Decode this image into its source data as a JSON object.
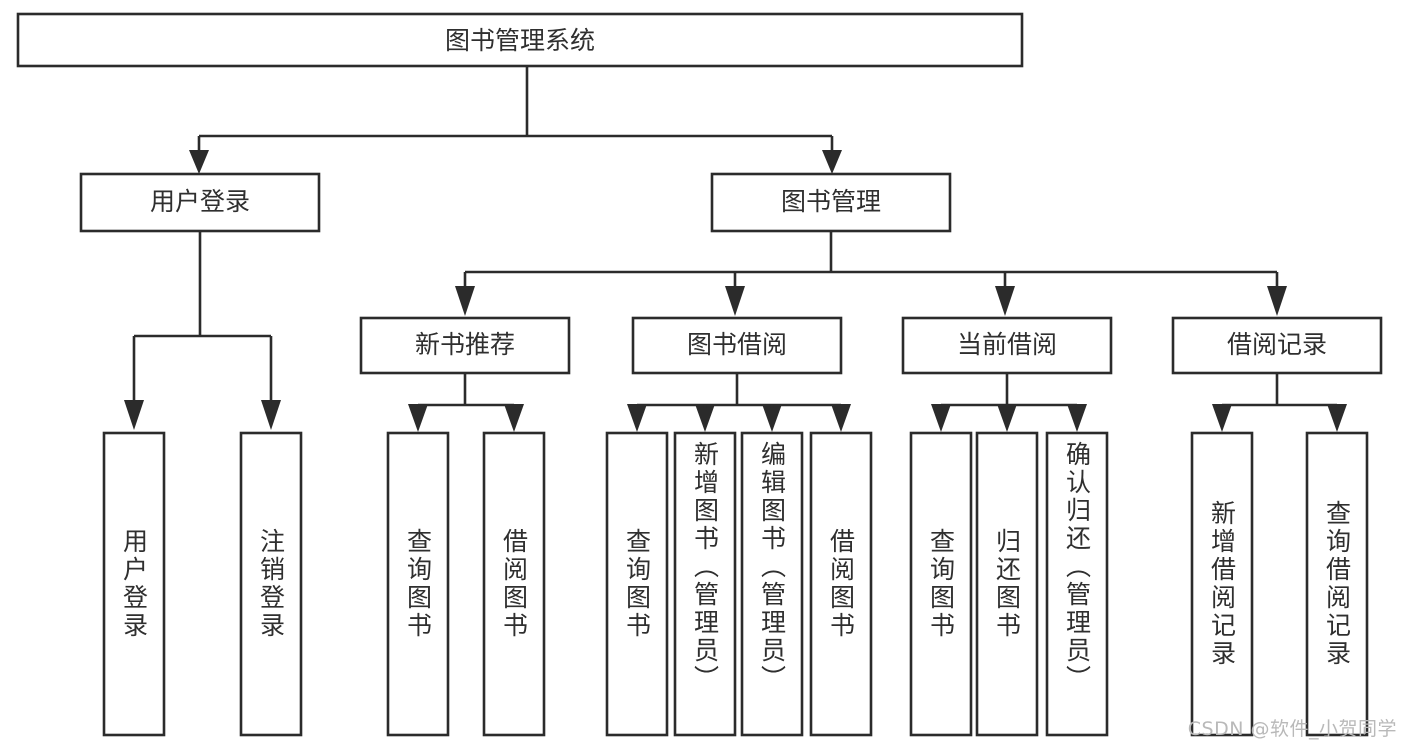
{
  "diagram": {
    "title_node": "图书管理系统",
    "type": "tree",
    "orientation": "top-down",
    "watermark": "CSDN @软件_小贺同学",
    "colors": {
      "background": "#ffffff",
      "node_fill": "#ffffff",
      "node_stroke": "#2b2b2b",
      "text": "#2f2f2f",
      "watermark": "#b9b9b9"
    },
    "levels": {
      "root": "图书管理系统",
      "level1": [
        "用户登录",
        "图书管理"
      ],
      "level2": [
        "新书推荐",
        "图书借阅",
        "当前借阅",
        "借阅记录"
      ],
      "level3": [
        "用户登录",
        "注销登录",
        "查询图书",
        "借阅图书",
        "查询图书",
        "新增图书（管理员）",
        "编辑图书（管理员）",
        "借阅图书",
        "查询图书",
        "归还图书",
        "确认归还（管理员）",
        "新增借阅记录",
        "查询借阅记录"
      ]
    },
    "nodes": {
      "root": {
        "label": "图书管理系统"
      },
      "user_login": {
        "label": "用户登录"
      },
      "book_manage": {
        "label": "图书管理"
      },
      "new_book_rec": {
        "label": "新书推荐"
      },
      "book_borrow": {
        "label": "图书借阅"
      },
      "current_borrow": {
        "label": "当前借阅"
      },
      "borrow_record": {
        "label": "借阅记录"
      },
      "leaf_user_login": {
        "label": "用户登录"
      },
      "leaf_logout": {
        "label": "注销登录"
      },
      "leaf_query_book_a": {
        "label": "查询图书"
      },
      "leaf_borrow_book_a": {
        "label": "借阅图书"
      },
      "leaf_query_book_b": {
        "label": "查询图书"
      },
      "leaf_add_book": {
        "label": "新增图书（管理员）"
      },
      "leaf_edit_book": {
        "label": "编辑图书（管理员）"
      },
      "leaf_borrow_book_b": {
        "label": "借阅图书"
      },
      "leaf_query_book_c": {
        "label": "查询图书"
      },
      "leaf_return_book": {
        "label": "归还图书"
      },
      "leaf_confirm_return": {
        "label": "确认归还（管理员）"
      },
      "leaf_add_record": {
        "label": "新增借阅记录"
      },
      "leaf_query_record": {
        "label": "查询借阅记录"
      }
    }
  }
}
